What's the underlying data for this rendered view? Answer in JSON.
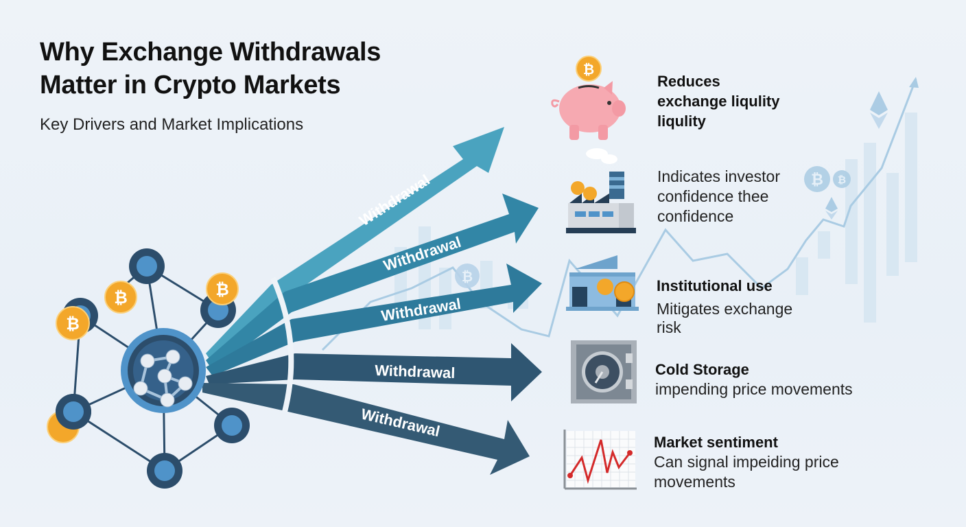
{
  "header": {
    "title_line1": "Why Exchange Withdrawals",
    "title_line2": "Matter in Crypto Markets",
    "subtitle": "Key Drivers and Market Implications"
  },
  "arrows": [
    {
      "label": "Withdrawal",
      "color": "#4aa3bf"
    },
    {
      "label": "Withdrawal",
      "color": "#3286a6"
    },
    {
      "label": "Withdrawal",
      "color": "#2e7a9b"
    },
    {
      "label": "Withdrawal",
      "color": "#2f5672"
    },
    {
      "label": "Withdrawal",
      "color": "#345a74"
    }
  ],
  "items": [
    {
      "icon": "piggy-bank-icon",
      "title": "Reduces",
      "title2": "exchange liqulity",
      "title3": "liqulity"
    },
    {
      "icon": "factory-icon",
      "line1": "Indicates investor",
      "line2": "confidence thee",
      "line3": "confidence"
    },
    {
      "icon": "institution-building-icon",
      "title": "Institutional use",
      "line1": "Mitigates exchange",
      "line2": "risk"
    },
    {
      "icon": "vault-icon",
      "title": "Cold Storage",
      "line1": "impending price movements"
    },
    {
      "icon": "line-chart-icon",
      "title": "Market sentiment",
      "line1": "Can signal impeiding price",
      "line2": "movements"
    }
  ],
  "colors": {
    "background": "#eef3f8",
    "node_dark": "#2c4d6b",
    "node_light": "#4f93c9",
    "coin": "#f3a72a",
    "chart_red": "#d42a2a",
    "faint_chart": "#c6dced"
  },
  "coin_symbol": "₿"
}
